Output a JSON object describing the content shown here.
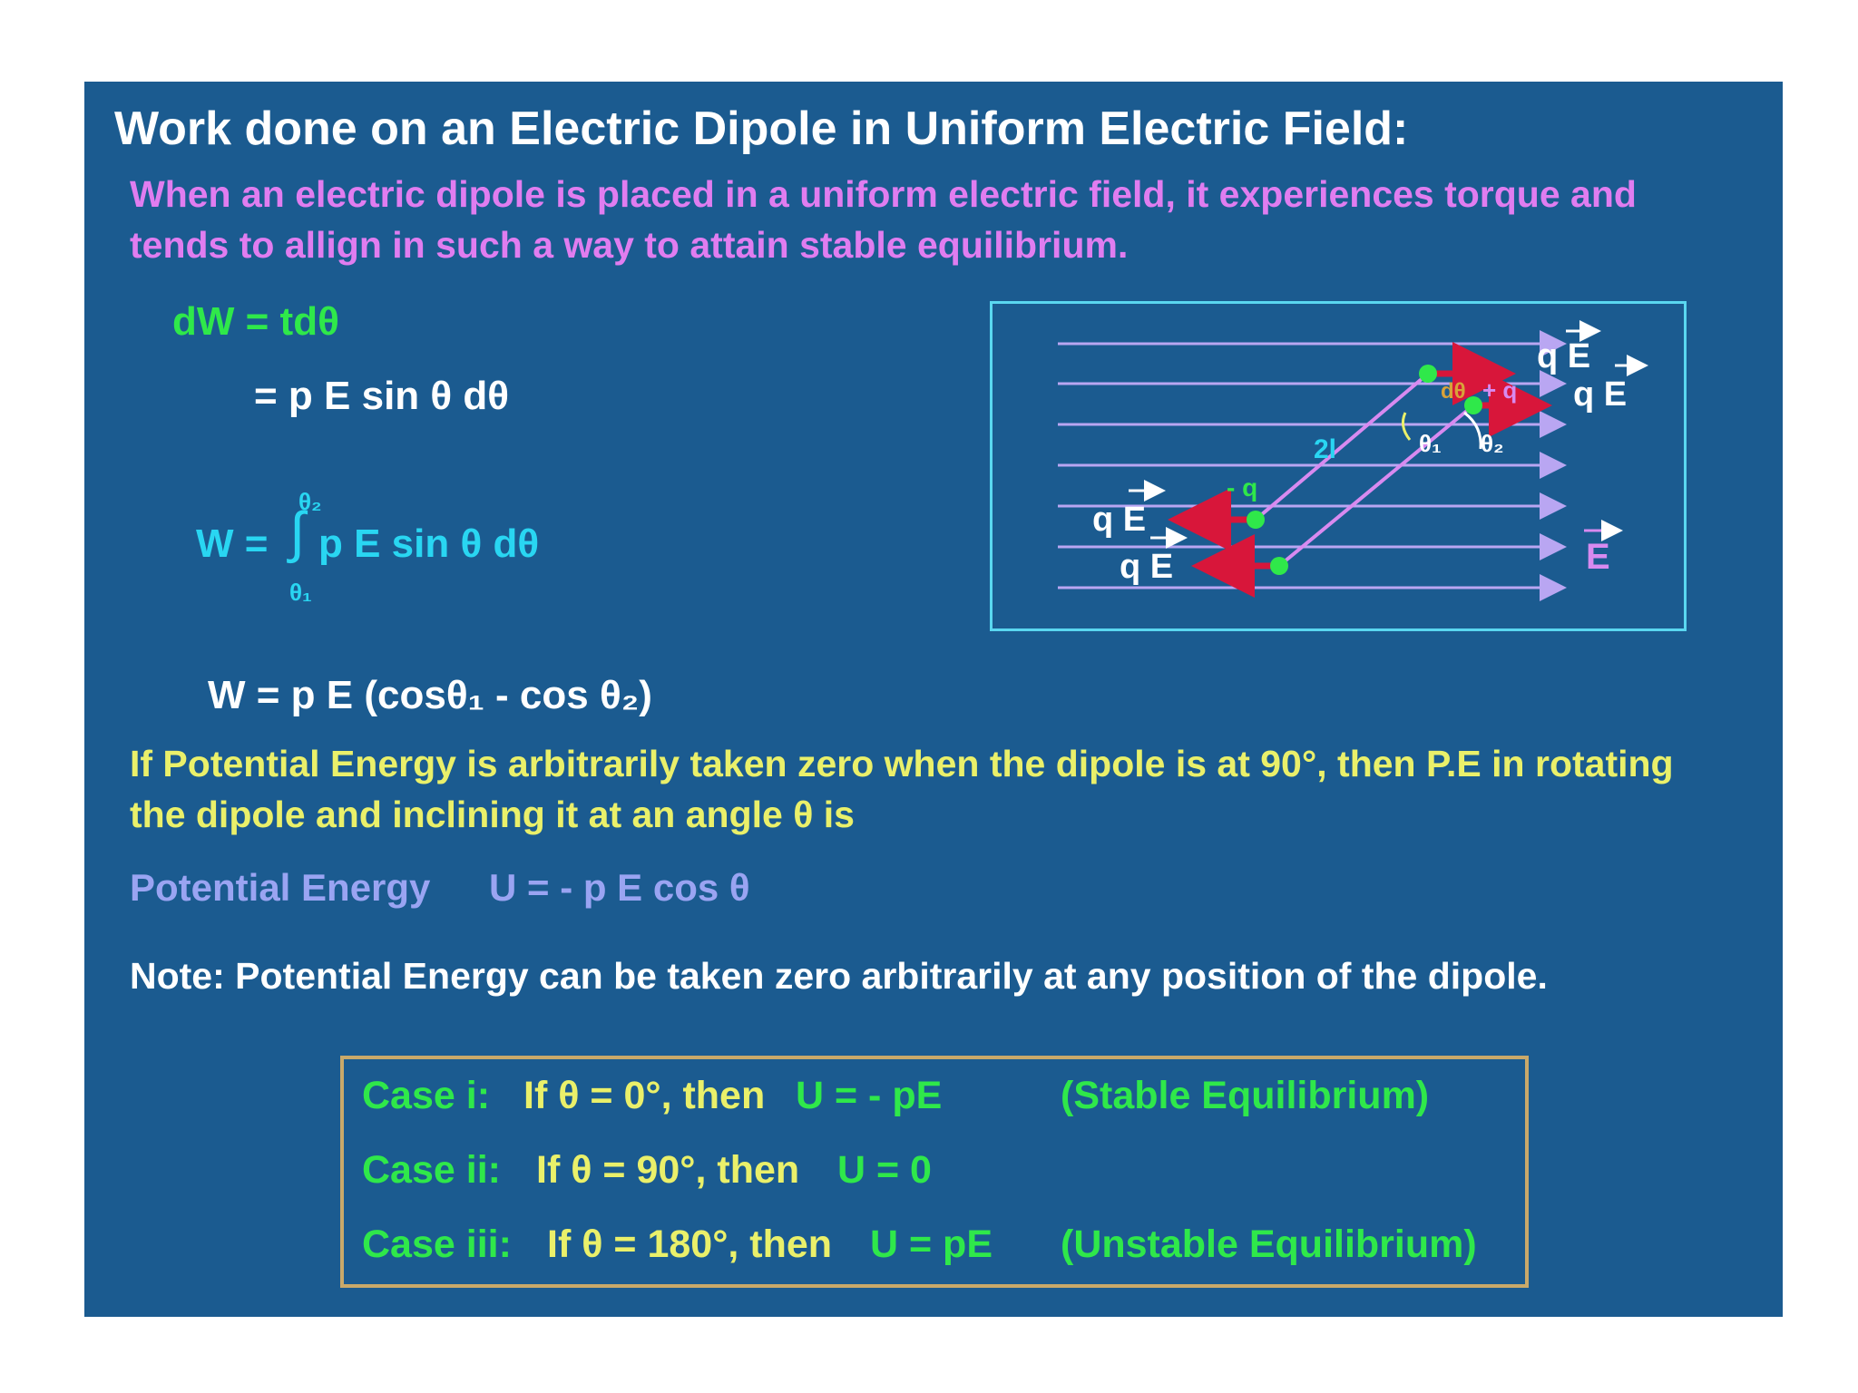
{
  "title": "Work done on an Electric Dipole in Uniform Electric Field:",
  "intro": "When an electric dipole is placed in a uniform electric field, it experiences torque and tends to allign in such a way  to attain stable equilibrium.",
  "equations": {
    "dw": "dW = tdθ",
    "dw2": "= p E sin θ dθ",
    "integral_left": "W  =",
    "integral_sign": "∫",
    "integral_body": "p E sin θ dθ",
    "upper_limit": "θ₂",
    "lower_limit": "θ₁",
    "result": "W = p E (cosθ₁ - cos θ₂)"
  },
  "pe_text": "If Potential Energy is arbitrarily taken zero when the dipole is at 90°, then P.E in rotating the dipole and inclining it at an angle θ is",
  "pe_label": "Potential Energy",
  "pe_formula": "U = - p E cos θ",
  "note": "Note:   Potential Energy can be taken zero arbitrarily at any position of the dipole.",
  "cases": [
    {
      "label": "Case i:",
      "condition": "If θ = 0°, then",
      "result": "U =  - pE",
      "remark": "(Stable Equilibrium)"
    },
    {
      "label": "Case ii:",
      "condition": "If θ = 90°, then",
      "result": "U =  0",
      "remark": ""
    },
    {
      "label": "Case iii:",
      "condition": "If θ = 180°, then",
      "result": "U =  pE",
      "remark": "(Unstable Equilibrium)"
    }
  ],
  "figure": {
    "top_force": "q E",
    "right_force": "q E",
    "plus_charge": "+ q",
    "minus_charge": "- q",
    "length": "2l",
    "theta1": "θ₁",
    "theta2": "θ₂",
    "dtheta": "dθ",
    "left_force_1": "q E",
    "left_force_2": "q E",
    "field": "E"
  },
  "colors": {
    "background": "#1b5b90",
    "field_lines": "#b9a6f2",
    "dipole": "#d88af0",
    "charge": "#2fe84a",
    "force": "#d8163a"
  }
}
